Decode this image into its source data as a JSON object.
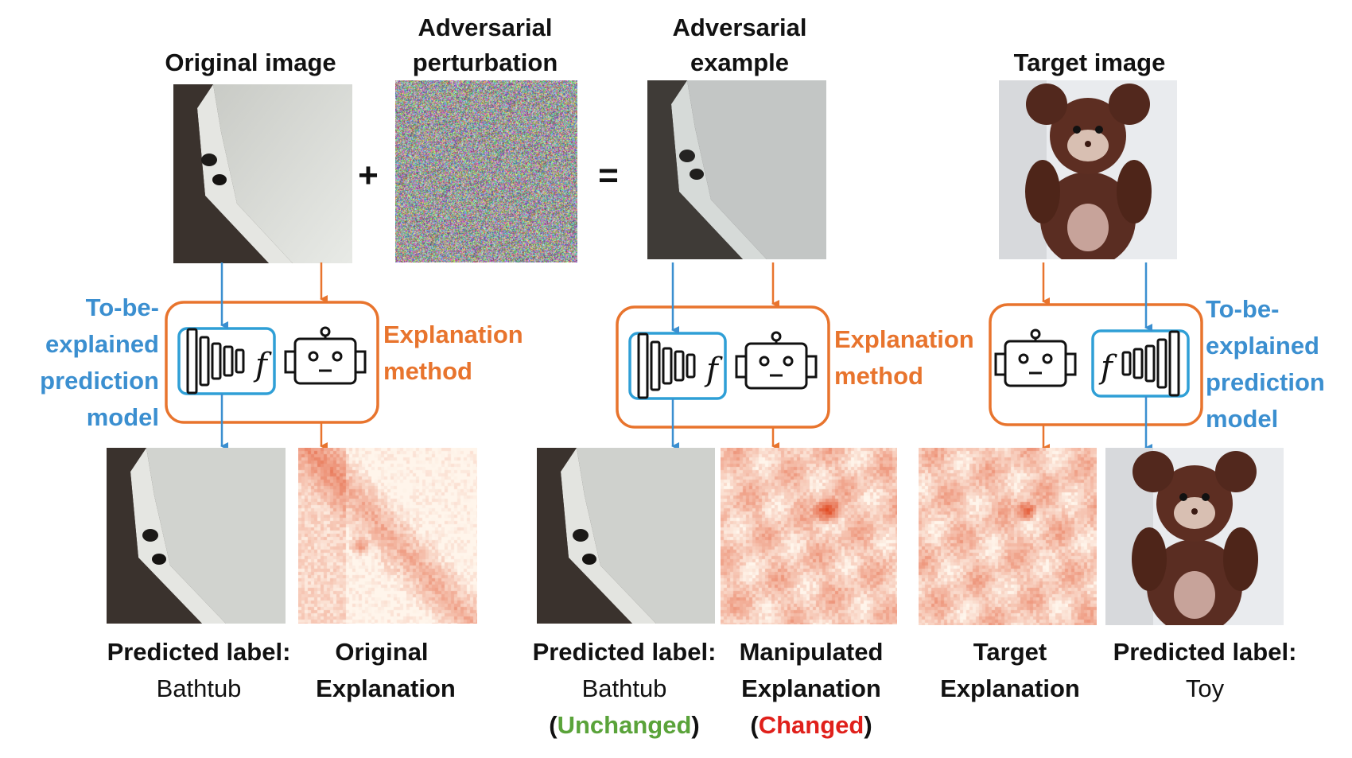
{
  "titles": {
    "original_image": "Original image",
    "perturbation_line1": "Adversarial",
    "perturbation_line2": "perturbation",
    "adv_example_line1": "Adversarial",
    "adv_example_line2": "example",
    "target_image": "Target image"
  },
  "operators": {
    "plus": "+",
    "equals": "="
  },
  "side_labels": {
    "model_lines": [
      "To-be-",
      "explained",
      "prediction",
      "model"
    ],
    "explanation_lines": [
      "Explanation",
      "method"
    ]
  },
  "model_symbol": "f",
  "captions": {
    "col1": {
      "line1": "Predicted label:",
      "line2": "Bathtub"
    },
    "col2": {
      "line1": "Original",
      "line2": "Explanation"
    },
    "col3": {
      "line1": "Predicted label:",
      "line2": "Bathtub",
      "status": "Unchanged"
    },
    "col4": {
      "line1": "Manipulated",
      "line2": "Explanation",
      "status": "Changed"
    },
    "col5": {
      "line1": "Target",
      "line2": "Explanation"
    },
    "col6": {
      "line1": "Predicted label:",
      "line2": "Toy"
    }
  },
  "colors": {
    "model_blue": "#3b8fd0",
    "explanation_orange": "#e8742d",
    "unchanged_green": "#5aa33a",
    "changed_red": "#e0201b"
  }
}
